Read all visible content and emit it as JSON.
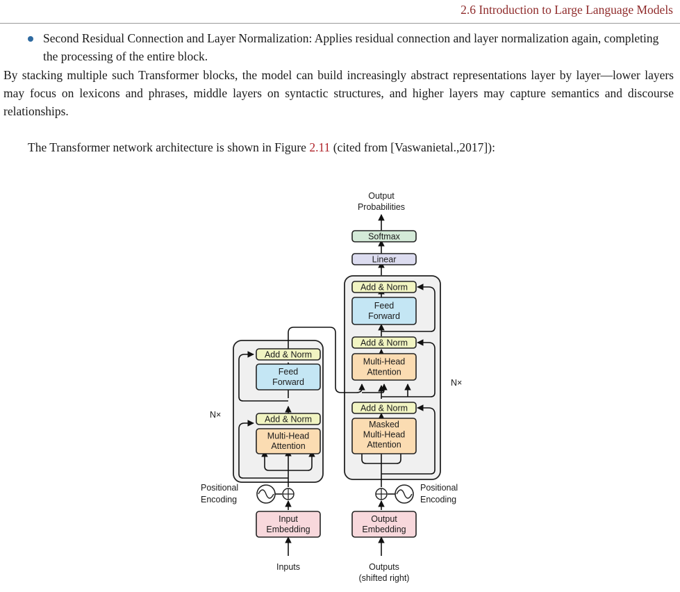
{
  "header": {
    "running_title": "2.6 Introduction to Large Language Models"
  },
  "body": {
    "bullet": {
      "text": "Second Residual Connection and Layer Normalization: Applies residual connection and layer normalization again, completing the processing of the entire block."
    },
    "paragraph_stack": "By stacking multiple such Transformer blocks, the model can build increasingly abstract representations layer by layer—lower layers may focus on lexicons and phrases, middle layers on syntactic structures, and higher layers may capture semantics and discourse relationships.",
    "figure_sentence": {
      "before": "The Transformer network architecture is shown in Figure ",
      "ref": "2.11",
      "after": " (cited from [Vaswanietal.,2017]):"
    }
  },
  "figure": {
    "output_label_line1": "Output",
    "output_label_line2": "Probabilities",
    "softmax": "Softmax",
    "linear": "Linear",
    "add_norm": "Add & Norm",
    "feed": "Feed",
    "forward": "Forward",
    "multi_head": "Multi-Head",
    "attention": "Attention",
    "masked": "Masked",
    "nx": "N×",
    "positional": "Positional",
    "encoding": "Encoding",
    "input_line1": "Input",
    "embedding": "Embedding",
    "output_line1": "Output",
    "inputs": "Inputs",
    "outputs_line1": "Outputs",
    "outputs_line2": "(shifted right)",
    "colors": {
      "softmax": "#d4ead8",
      "linear": "#dcdcf0",
      "add_norm": "#f1f4c2",
      "feed_forward": "#c4e6f4",
      "attention": "#fbdcb2",
      "embedding": "#f8d8dc",
      "block_bg": "#f0f0f0"
    }
  }
}
